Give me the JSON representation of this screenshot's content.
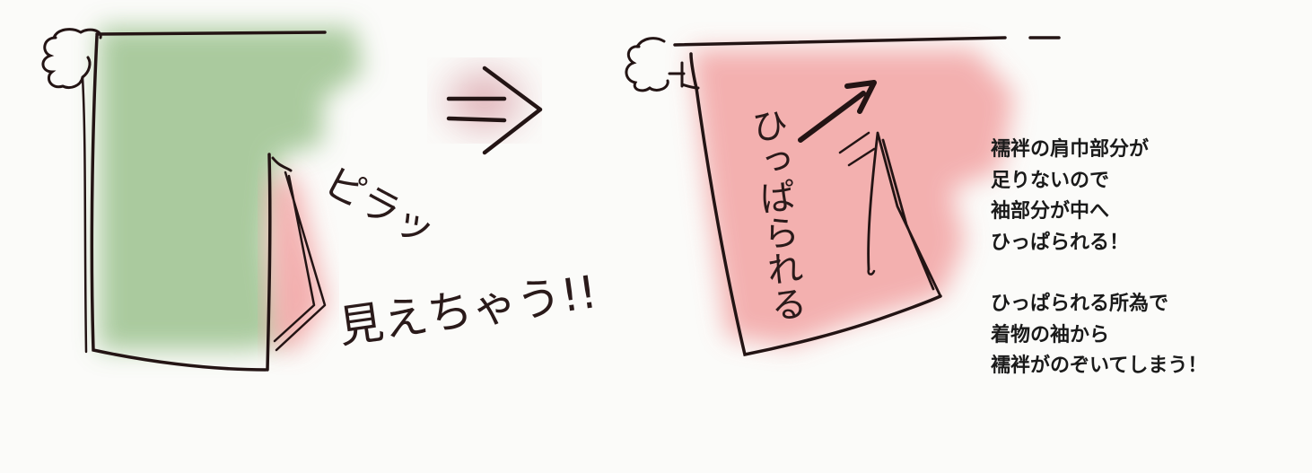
{
  "colors": {
    "before_garment": "#9cc28f",
    "sleeve_pink": "#f2a3a3",
    "arrow_pink": "#d9a0a8",
    "ink": "#231414"
  },
  "labels": {
    "flap": "ピラッ",
    "visible": "見えちゃう!!",
    "pulled": "ひっぱられる"
  },
  "caption": {
    "lines_1": [
      "襦袢の肩巾部分が",
      "足りないので",
      "袖部分が中へ",
      "ひっぱられる！"
    ],
    "lines_2": [
      "ひっぱられる所為で",
      "着物の袖から",
      "襦袢がのぞいてしまう！"
    ]
  }
}
